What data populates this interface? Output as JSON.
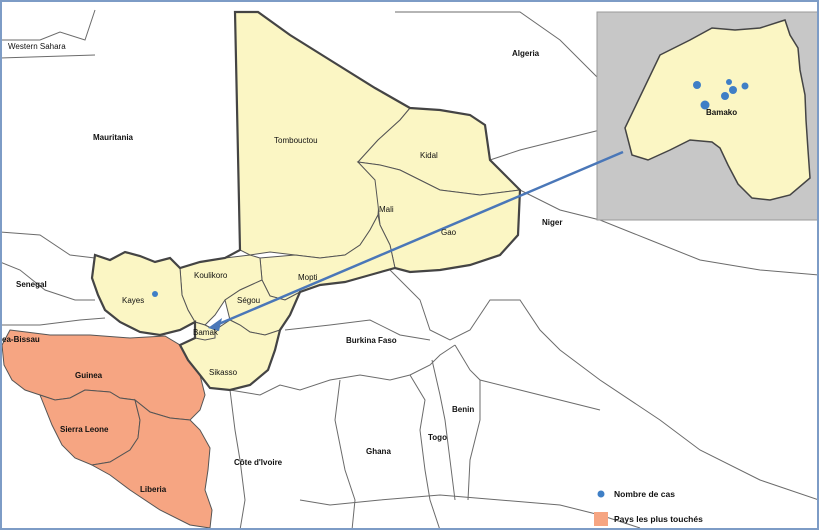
{
  "colors": {
    "mali_fill": "#fbf6c4",
    "affected_fill": "#f6a582",
    "case_dot": "#3f7fc6",
    "arrow": "#4a77b8",
    "inset_bg": "#c7c7c7",
    "frame": "#7d9cc6"
  },
  "countries": {
    "western_sahara": "Western Sahara",
    "algeria": "Algeria",
    "mauritania": "Mauritania",
    "niger": "Niger",
    "senegal": "Senegal",
    "guinea_bissau": "ea-Bissau",
    "guinea": "Guinea",
    "sierra_leone": "Sierra Leone",
    "liberia": "Liberia",
    "cote_divoire": "Côte d'Ivoire",
    "ghana": "Ghana",
    "togo": "Togo",
    "benin": "Benin",
    "burkina_faso": "Burkina Faso",
    "mali": "Mali"
  },
  "regions": {
    "tombouctou": "Tombouctou",
    "kidal": "Kidal",
    "gao": "Gao",
    "kayes": "Kayes",
    "koulikoro": "Koulikoro",
    "segou": "Ségou",
    "mopti": "Mopti",
    "bamako": "Bamak",
    "sikasso": "Sikasso"
  },
  "inset": {
    "label": "Bamako"
  },
  "cases": {
    "kayes": 1,
    "bamako": 6
  },
  "legend": {
    "cases": "Nombre de cas",
    "affected": "Pays les plus touchés"
  }
}
